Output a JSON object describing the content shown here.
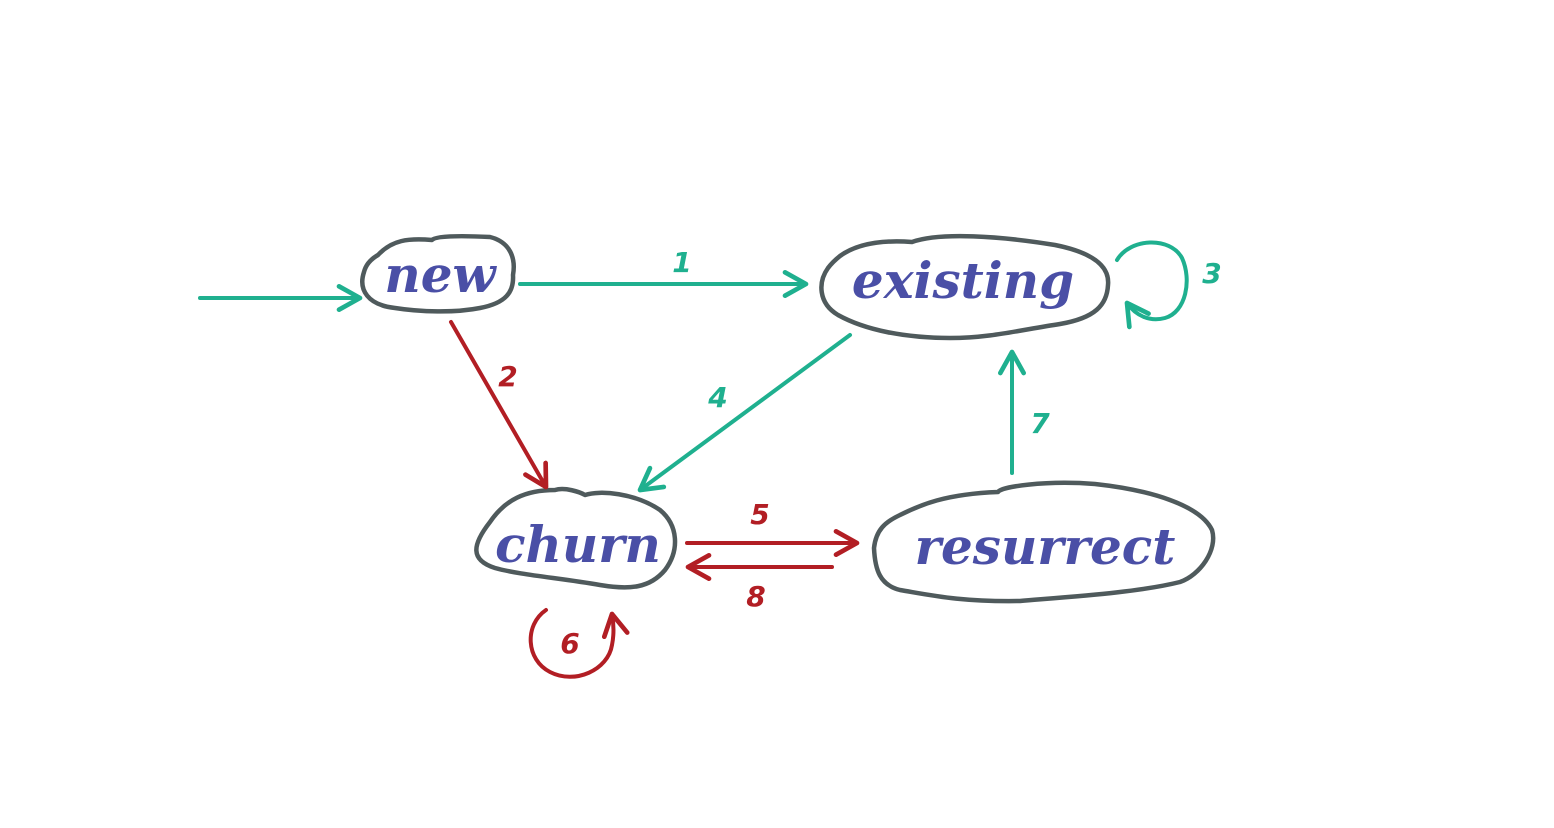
{
  "colors": {
    "node_outline": "#4f5a5c",
    "node_text": "#4a4fa6",
    "positive_edge": "#1fb08f",
    "negative_edge": "#b21e24",
    "background": "#ffffff"
  },
  "states": {
    "new": "new",
    "existing": "existing",
    "churn": "churn",
    "resurrect": "resurrect"
  },
  "transitions": {
    "t1": "1",
    "t2": "2",
    "t3": "3",
    "t4": "4",
    "t5": "5",
    "t6": "6",
    "t7": "7",
    "t8": "8"
  }
}
